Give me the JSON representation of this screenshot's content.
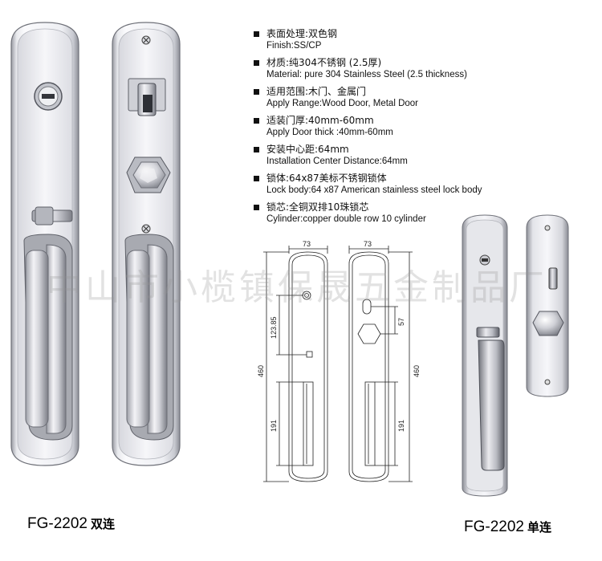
{
  "specs": [
    {
      "zh": "表面处理:双色钢",
      "en": "Finish:SS/CP"
    },
    {
      "zh": "材质:纯304不锈钢 (2.5厚)",
      "en": "Material: pure 304 Stainless Steel   (2.5 thickness)"
    },
    {
      "zh": "适用范围:木门、金属门",
      "en": "Apply Range:Wood Door, Metal Door"
    },
    {
      "zh": "适装门厚:40mm-60mm",
      "en": "Apply Door thick :40mm-60mm"
    },
    {
      "zh": "安装中心距:64mm",
      "en": "Installation Center Distance:64mm"
    },
    {
      "zh": "锁体:64x87美标不锈钢锁体",
      "en": "Lock body:64 x87 American stainless steel lock body"
    },
    {
      "zh": "锁芯:全铜双排10珠锁芯",
      "en": "Cylinder:copper double row 10 cylinder"
    }
  ],
  "models": {
    "left": {
      "code": "FG-2202",
      "suffix": "双连"
    },
    "right": {
      "code": "FG-2202",
      "suffix": "单连"
    }
  },
  "watermark": "中山市小榄镇保晟五金制品厂",
  "dimensions": {
    "width_left": "73",
    "width_right": "73",
    "height_left": "460",
    "height_right": "460",
    "cylinder_offset": "123.85",
    "knob_offset": "57",
    "handle_left": "191",
    "handle_right": "191"
  },
  "colors": {
    "steel_light": "#f4f4f6",
    "steel_mid": "#c9cad0",
    "steel_dark": "#8e9098"
  }
}
